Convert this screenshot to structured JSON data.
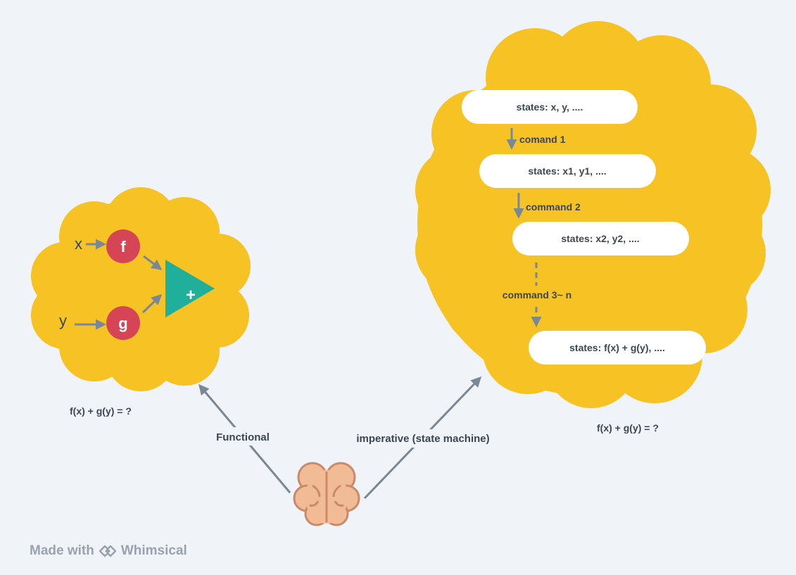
{
  "colors": {
    "background": "#f0f3f7",
    "cloud": "#f7c224",
    "node": "#d64556",
    "triangle": "#1faf9b",
    "arrow": "#7a8795",
    "box": "#ffffff",
    "text": "#3c4651",
    "brain": "#f1bc95",
    "brain_outline": "#c98a6a"
  },
  "functional": {
    "input_x": "x",
    "input_y": "y",
    "node_f": "f",
    "node_g": "g",
    "sum_symbol": "+",
    "caption": "f(x) + g(y) = ?"
  },
  "imperative": {
    "states": [
      "states: x, y, ....",
      "states: x1, y1, ....",
      "states: x2, y2, ....",
      "states: f(x) + g(y), ...."
    ],
    "commands": [
      "comand 1",
      "command 2",
      "command 3~ n"
    ],
    "caption": "f(x) + g(y) = ?"
  },
  "edges": {
    "functional_label": "Functional",
    "imperative_label": "imperative (state machine)"
  },
  "center_icon": "brain-icon",
  "footer": {
    "made_with": "Made with",
    "brand": "Whimsical",
    "logo_icon": "whimsical-logo-icon"
  }
}
